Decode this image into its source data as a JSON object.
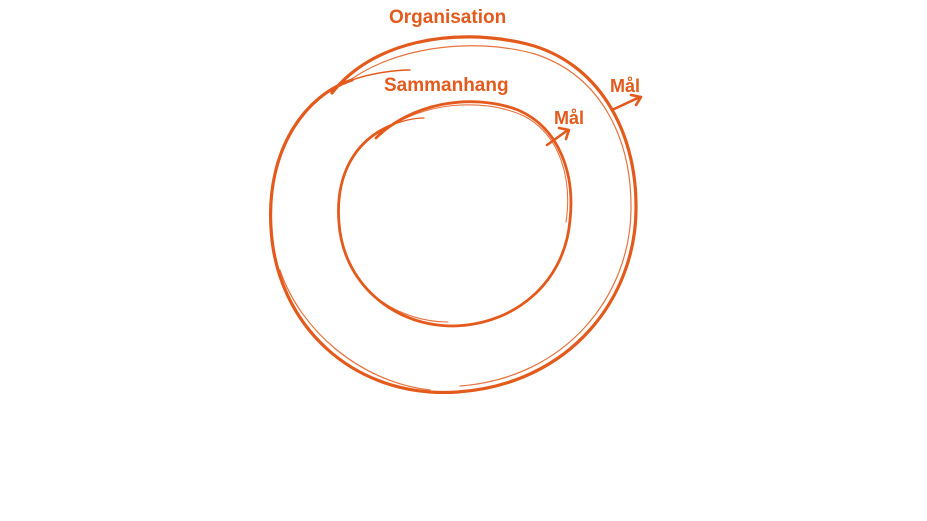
{
  "diagram": {
    "accent_color": "#e35a1c",
    "outer_ring": {
      "label": "Organisation",
      "goal_label": "Mål"
    },
    "inner_ring": {
      "label": "Sammanhang",
      "goal_label": "Mål"
    }
  }
}
